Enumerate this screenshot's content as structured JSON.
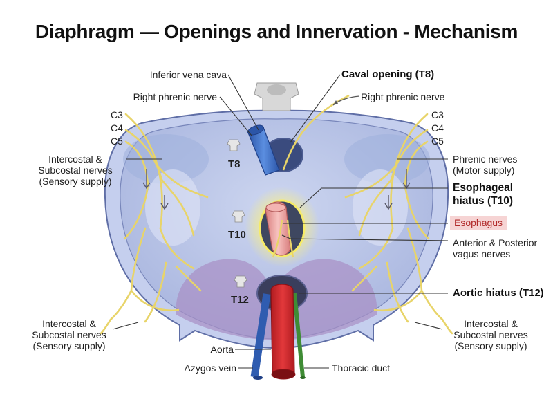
{
  "title": "Diaphragm — Openings and Innervation - Mechanism",
  "labels": {
    "inferior_vena_cava": "Inferior vena cava",
    "right_phrenic_nerve_left": "Right phrenic nerve",
    "right_phrenic_nerve_right": "Right phrenic nerve",
    "caval_opening": "Caval opening (T8)",
    "c3_left": "C3",
    "c4_left": "C4",
    "c5_left": "C5",
    "c3_right": "C3",
    "c4_right": "C4",
    "c5_right": "C5",
    "intercostal_upper_left": "Intercostal &\nSubcostal nerves\n(Sensory supply)",
    "phrenic_motor": "Phrenic nerves\n(Motor supply)",
    "esophageal_hiatus": "Esophageal\nhiatus (T10)",
    "esophagus": "Esophagus",
    "vagus_nerves": "Anterior & Posterior\nvagus nerves",
    "aortic_hiatus": "Aortic hiatus (T12)",
    "intercostal_lower_left": "Intercostal &\nSubcostal nerves\n(Sensory supply)",
    "intercostal_lower_right": "Intercostal &\nSubcostal nerves\n(Sensory supply)",
    "aorta": "Aorta",
    "azygos_vein": "Azygos vein",
    "thoracic_duct": "Thoracic duct",
    "t8": "T8",
    "t10": "T10",
    "t12": "T12"
  },
  "colors": {
    "diaphragm": "#b6c2e6",
    "diaphragm_outline": "#5f6ea6",
    "crura": "#a88fc4",
    "nerve": "#e8d469",
    "ivc": "#3d6fc4",
    "aorta": "#d2282c",
    "esophagus": "#f0a6a4",
    "thoracic_duct": "#5aa34a",
    "highlight": "#fbf07a",
    "esophagus_tag_bg": "#f6d4d4"
  }
}
